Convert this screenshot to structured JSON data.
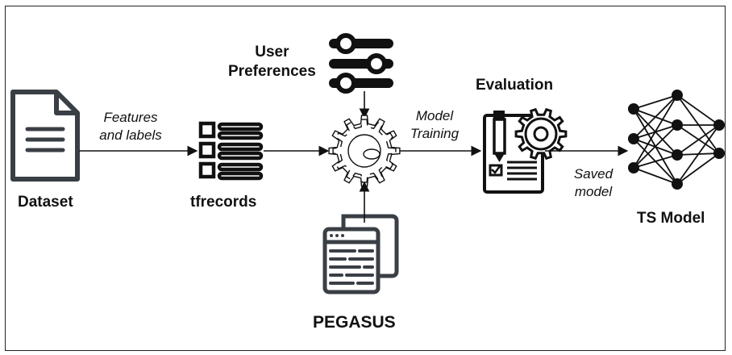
{
  "nodes": {
    "dataset": "Dataset",
    "tfrecords": "tfrecords",
    "user_pref_line1": "User",
    "user_pref_line2": "Preferences",
    "evaluation": "Evaluation",
    "ts_model": "TS Model",
    "pegasus": "PEGASUS"
  },
  "edges": {
    "features_line1": "Features",
    "features_line2": "and labels",
    "training_line1": "Model",
    "training_line2": "Training",
    "saved_line1": "Saved",
    "saved_line2": "model"
  },
  "colors": {
    "icon_dark": "#3a3f45",
    "icon_black": "#111111",
    "line": "#111111"
  }
}
